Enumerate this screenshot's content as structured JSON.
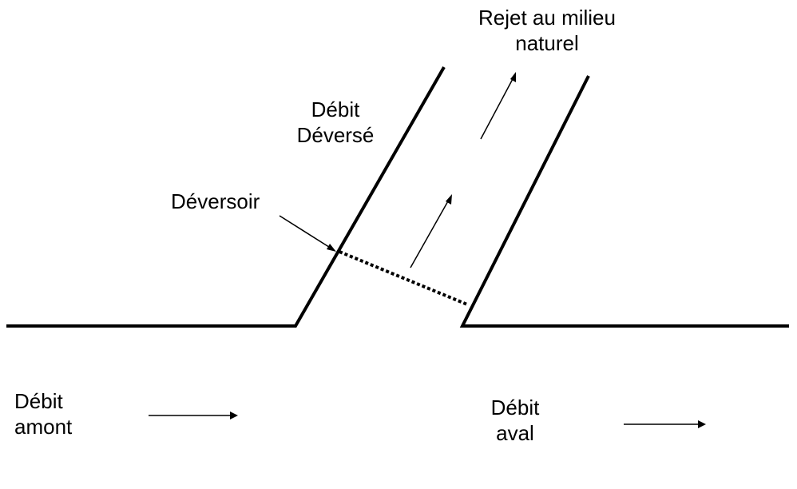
{
  "labels": {
    "rejet_line1": "Rejet au milieu",
    "rejet_line2": "naturel",
    "debit_deverse_line1": "Débit",
    "debit_deverse_line2": "Déversé",
    "deversoir": "Déversoir",
    "debit_amont_line1": "Débit",
    "debit_amont_line2": "amont",
    "debit_aval_line1": "Débit",
    "debit_aval_line2": "aval"
  },
  "colors": {
    "stroke": "#000000",
    "background": "#ffffff"
  }
}
